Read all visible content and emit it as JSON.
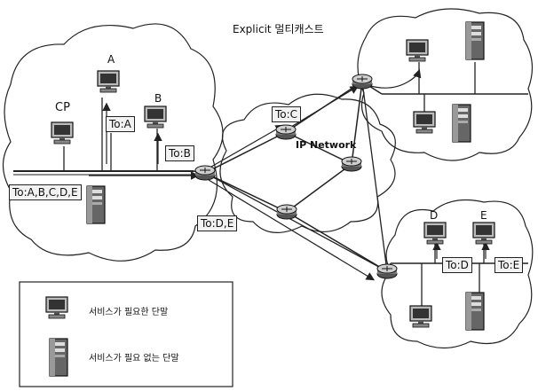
{
  "title": "Explicit 멀티캐스트",
  "network_label": "IP Network",
  "hosts": {
    "cp": "CP",
    "a": "A",
    "b": "B",
    "d": "D",
    "e": "E"
  },
  "tags": {
    "to_a": "To:A",
    "to_b": "To:B",
    "to_c": "To:C",
    "to_all": "To:A,B,C,D,E",
    "to_de": "To:D,E",
    "to_d": "To:D",
    "to_e": "To:E"
  },
  "legend": {
    "needs_service": "서비스가 필요한 단말",
    "no_service": "서비스가 필요 없는 단말"
  }
}
